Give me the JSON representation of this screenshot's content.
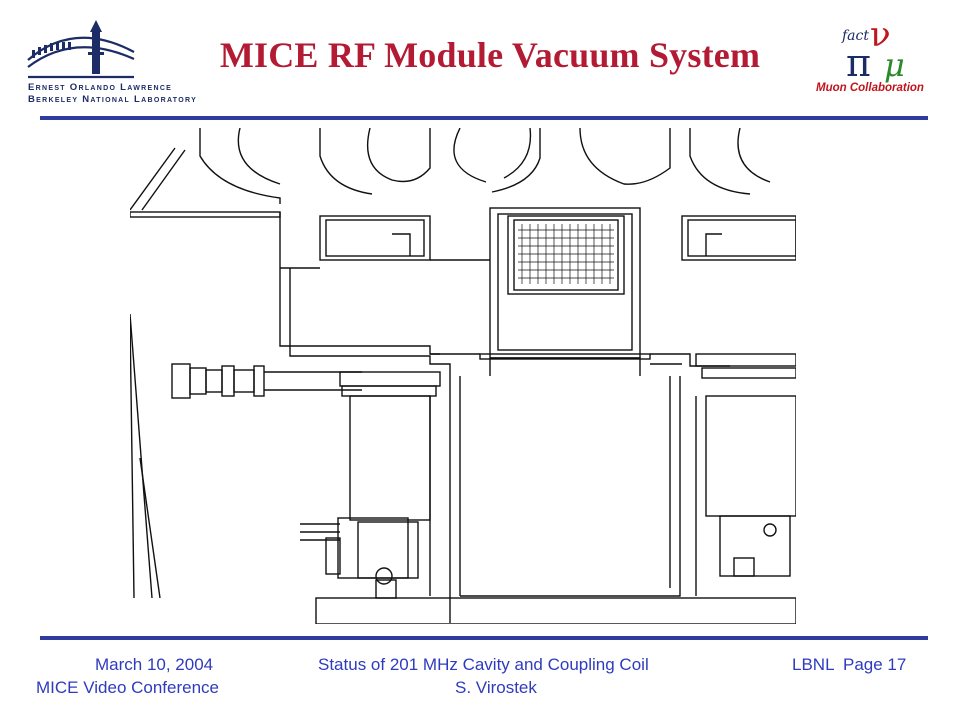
{
  "slide": {
    "title": "MICE RF Module Vacuum System"
  },
  "logos": {
    "lbnl_line1": "Ernest Orlando Lawrence",
    "lbnl_line2": "Berkeley National Laboratory",
    "mice_caption": "Muon Collaboration",
    "mice_glyph_fact": "fact",
    "mice_glyph_nu": "ν",
    "mice_glyph_pi": "π",
    "mice_glyph_mu": "μ"
  },
  "footer": {
    "date": "March 10, 2004",
    "conference": "MICE Video Conference",
    "status": "Status of 201 MHz Cavity and Coupling Coil",
    "author": "S. Virostek",
    "org": "LBNL",
    "page": "Page 17"
  },
  "colors": {
    "title": "#b31b34",
    "rules": "#2f3b9f",
    "footer_text": "#2f3bbf",
    "lbnl_text": "#1c2c66"
  }
}
